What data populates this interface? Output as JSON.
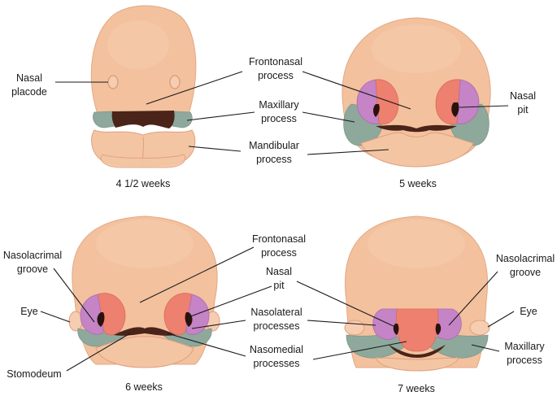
{
  "panels": {
    "p1": {
      "caption": "4 1/2 weeks",
      "labels": {
        "nasal_placode_1": "Nasal",
        "nasal_placode_2": "placode",
        "frontonasal_1": "Frontonasal",
        "frontonasal_2": "process",
        "maxillary_1": "Maxillary",
        "maxillary_2": "process",
        "mandibular_1": "Mandibular",
        "mandibular_2": "process"
      }
    },
    "p2": {
      "caption": "5 weeks",
      "labels": {
        "nasal_pit_1": "Nasal",
        "nasal_pit_2": "pit"
      }
    },
    "p3": {
      "caption": "6 weeks",
      "labels": {
        "nasolacrimal_1": "Nasolacrimal",
        "nasolacrimal_2": "groove",
        "eye": "Eye",
        "stomodeum": "Stomodeum",
        "frontonasal_1": "Frontonasal",
        "frontonasal_2": "process",
        "nasal_pit_1": "Nasal",
        "nasal_pit_2": "pit",
        "nasolateral_1": "Nasolateral",
        "nasolateral_2": "processes",
        "nasomedial_1": "Nasomedial",
        "nasomedial_2": "processes"
      }
    },
    "p4": {
      "caption": "7 weeks",
      "labels": {
        "nasolacrimal_1": "Nasolacrimal",
        "nasolacrimal_2": "groove",
        "eye": "Eye",
        "maxillary_1": "Maxillary",
        "maxillary_2": "process"
      }
    }
  },
  "colors": {
    "skin": "#f3c19e",
    "maxillary": "#8ea89c",
    "nasomedial": "#ee8070",
    "nasolateral": "#c484c6",
    "mouth": "#4a2418"
  }
}
